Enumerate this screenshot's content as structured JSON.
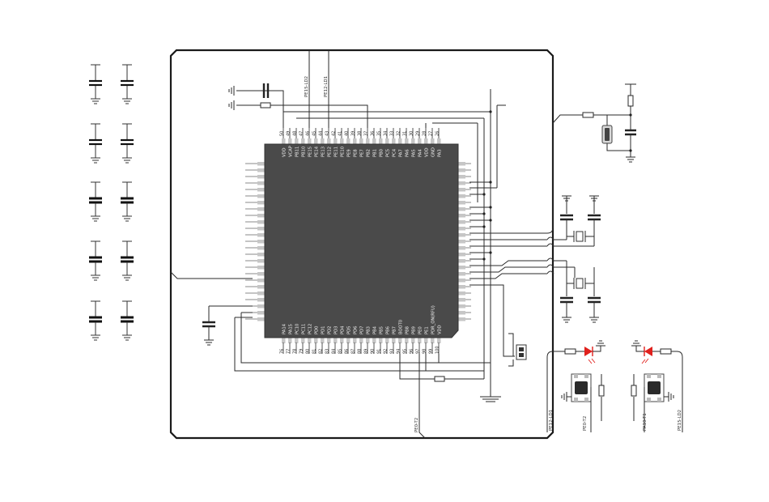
{
  "mcu": {
    "top_pins": [
      {
        "num": "50",
        "name": "VDD"
      },
      {
        "num": "49",
        "name": "VCAP"
      },
      {
        "num": "48",
        "name": "PB11"
      },
      {
        "num": "47",
        "name": "PB10"
      },
      {
        "num": "46",
        "name": "PE15"
      },
      {
        "num": "45",
        "name": "PE14"
      },
      {
        "num": "44",
        "name": "PE13"
      },
      {
        "num": "43",
        "name": "PE12"
      },
      {
        "num": "42",
        "name": "PE11"
      },
      {
        "num": "41",
        "name": "PE10"
      },
      {
        "num": "40",
        "name": "PE9"
      },
      {
        "num": "39",
        "name": "PE8"
      },
      {
        "num": "38",
        "name": "PE7"
      },
      {
        "num": "37",
        "name": "PB2"
      },
      {
        "num": "36",
        "name": "PB1"
      },
      {
        "num": "35",
        "name": "PB0"
      },
      {
        "num": "34",
        "name": "PC5"
      },
      {
        "num": "33",
        "name": "PC4"
      },
      {
        "num": "32",
        "name": "PA7"
      },
      {
        "num": "31",
        "name": "PA6"
      },
      {
        "num": "30",
        "name": "PA5"
      },
      {
        "num": "29",
        "name": "PA4"
      },
      {
        "num": "28",
        "name": "VDD"
      },
      {
        "num": "27",
        "name": "GND"
      },
      {
        "num": "26",
        "name": "PA3"
      }
    ],
    "bottom_pins": [
      {
        "num": "76",
        "name": "PA14"
      },
      {
        "num": "77",
        "name": "PA15"
      },
      {
        "num": "78",
        "name": "PC10"
      },
      {
        "num": "79",
        "name": "PC11"
      },
      {
        "num": "80",
        "name": "PC12"
      },
      {
        "num": "81",
        "name": "PD0"
      },
      {
        "num": "82",
        "name": "PD1"
      },
      {
        "num": "83",
        "name": "PD2"
      },
      {
        "num": "84",
        "name": "PD3"
      },
      {
        "num": "85",
        "name": "PD4"
      },
      {
        "num": "86",
        "name": "PD5"
      },
      {
        "num": "87",
        "name": "PD6"
      },
      {
        "num": "88",
        "name": "PD7"
      },
      {
        "num": "89",
        "name": "PB3"
      },
      {
        "num": "90",
        "name": "PB4"
      },
      {
        "num": "91",
        "name": "PB5"
      },
      {
        "num": "92",
        "name": "PB6"
      },
      {
        "num": "93",
        "name": "PB7"
      },
      {
        "num": "94",
        "name": "BOOT0"
      },
      {
        "num": "95",
        "name": "PB8"
      },
      {
        "num": "96",
        "name": "PB9"
      },
      {
        "num": "97",
        "name": "PE0"
      },
      {
        "num": "98",
        "name": "PE1"
      },
      {
        "num": "99",
        "name": "PDR_ON(RFU)"
      },
      {
        "num": "100",
        "name": "VDD"
      }
    ]
  },
  "nets": {
    "pe15_ld2_top": "PE15-LD2",
    "pe12_ld1_top": "PE12-LD1",
    "pe0_t2_bottom": "PE0-T2",
    "pe12_ld1_right": "PE12-LD1",
    "pe0_t2_right": "PE0-T2",
    "pa10_t1": "PA10-T1",
    "pe15_ld2_right": "PE15-LD2"
  },
  "colors": {
    "chip_body": "#4a4a4a",
    "pad": "#c6c6c6",
    "wire": "#2a2a2a",
    "led": "#e0201c"
  }
}
